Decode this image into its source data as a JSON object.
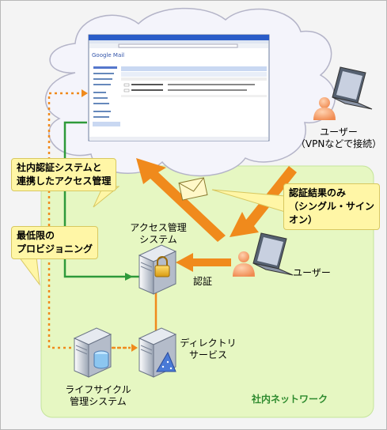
{
  "labels": {
    "user_remote": [
      "ユーザー",
      "（VPNなどで接続）"
    ],
    "access_mgmt_system": [
      "アクセス管理",
      "システム"
    ],
    "auth": "認証",
    "user_local": "ユーザー",
    "directory_service": [
      "ディレクトリ",
      "サービス"
    ],
    "lifecycle_system": [
      "ライフサイクル",
      "管理システム"
    ],
    "intranet": "社内ネットワーク"
  },
  "callouts": {
    "integrated_access": [
      "社内認証システムと",
      "連携したアクセス管理"
    ],
    "min_provisioning": [
      "最低限の",
      "プロビジョニング"
    ],
    "auth_result_only": [
      "認証結果のみ",
      "（シングル・サイン",
      "オン）"
    ]
  },
  "screenshot": {
    "logo": "Google Mail"
  },
  "colors": {
    "cloud_fill": "#f4f4fb",
    "cloud_stroke": "#b4b4c8",
    "network_fill": "#e6f7c2",
    "orange_arrow": "#f08a1c",
    "green_line": "#2e9a3a",
    "callout_fill": "#fff6a6",
    "intranet_text": "#2e8b2e"
  }
}
